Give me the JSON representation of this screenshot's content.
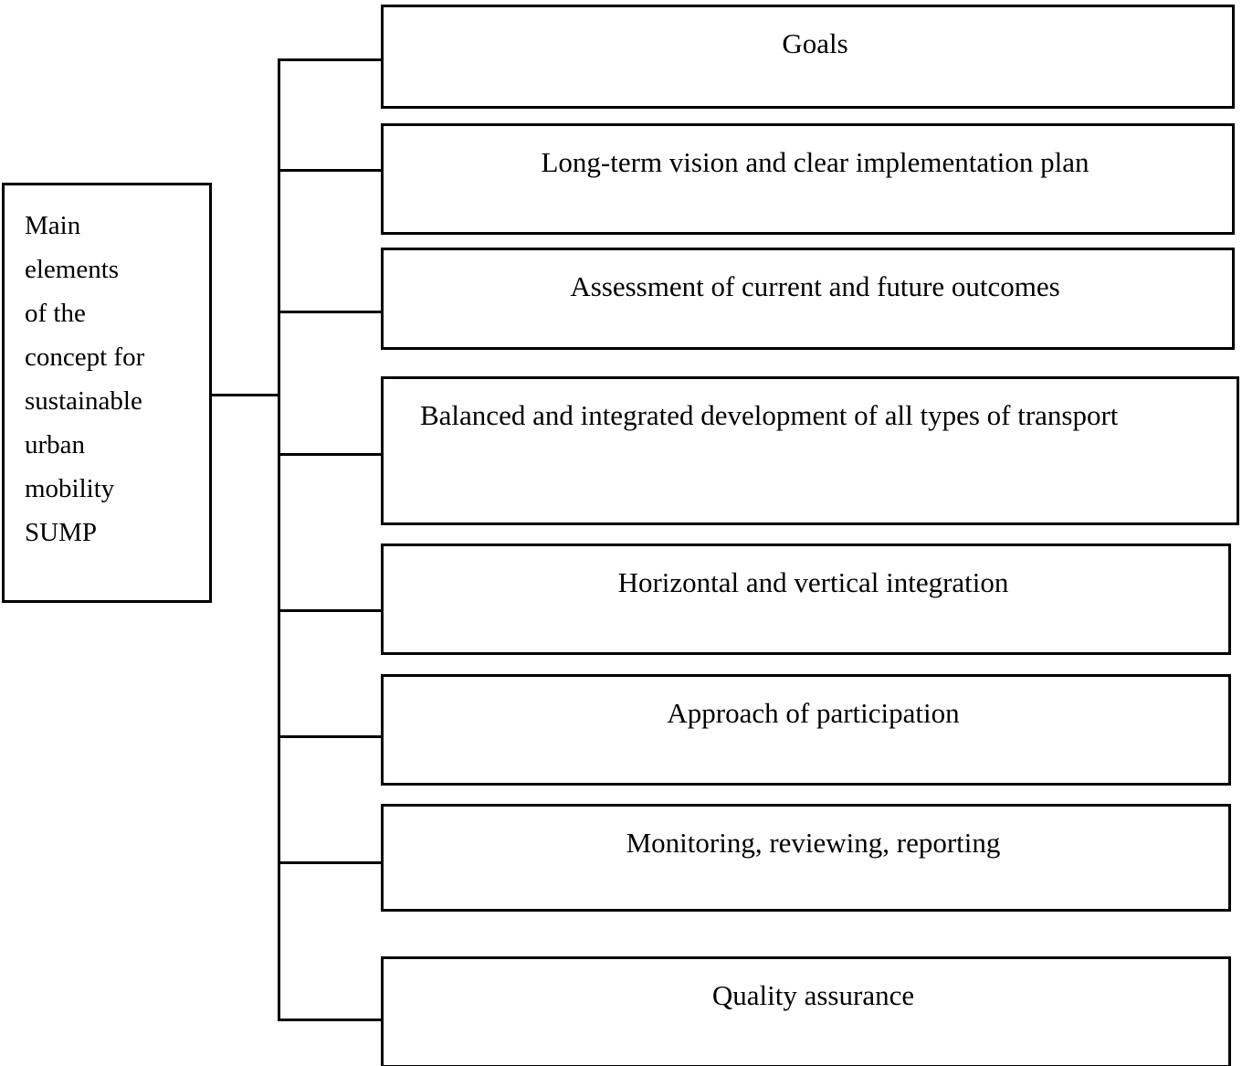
{
  "diagram": {
    "type": "tree-hierarchy",
    "title": "Main elements of the concept for sustainable urban mobility SUMP",
    "orientation": "left-root-right-leaves",
    "colors": {
      "line": "#000000",
      "box_fill": "#ffffff",
      "text": "#000000"
    },
    "root": {
      "label": "Main elements of the concept for sustainable urban mobility SUMP",
      "label_lines": "Main\nelements\nof the\nconcept for\nsustainable\nurban\nmobility\nSUMP"
    },
    "leaves": [
      {
        "label": "Goals"
      },
      {
        "label": "Long-term vision and clear implementation plan"
      },
      {
        "label": "Assessment of current and future outcomes"
      },
      {
        "label": "Balanced and integrated development of all types of transport"
      },
      {
        "label": "Horizontal and vertical integration"
      },
      {
        "label": "Approach of participation"
      },
      {
        "label": "Monitoring, reviewing, reporting"
      },
      {
        "label": "Quality assurance"
      }
    ]
  }
}
